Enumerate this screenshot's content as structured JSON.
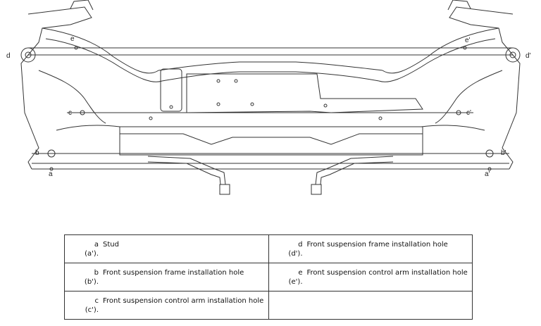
{
  "diagram": {
    "callouts": {
      "a": "a",
      "a_p": "a'",
      "b": "b",
      "b_p": "b'",
      "c": "c",
      "c_p": "c'",
      "d": "d",
      "d_p": "d'",
      "e": "e",
      "e_p": "e'"
    }
  },
  "legend": {
    "rows": [
      [
        {
          "key": "a",
          "key_alt": "(a').",
          "text": "Stud"
        },
        {
          "key": "d",
          "key_alt": "(d').",
          "text": "Front suspension frame installation hole"
        }
      ],
      [
        {
          "key": "b",
          "key_alt": "(b').",
          "text": "Front suspension frame installation hole"
        },
        {
          "key": "e",
          "key_alt": "(e').",
          "text": "Front suspension control arm installation hole"
        }
      ],
      [
        {
          "key": "c",
          "key_alt": "(c').",
          "text": "Front suspension control arm installation hole"
        },
        {
          "key": "",
          "key_alt": "",
          "text": ""
        }
      ]
    ]
  }
}
